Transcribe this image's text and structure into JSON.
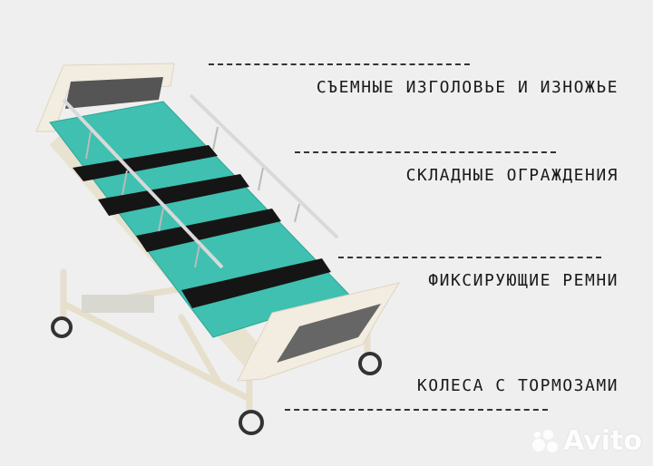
{
  "features": [
    {
      "label": "СЪЕМНЫЕ ИЗГОЛОВЬЕ И ИЗНОЖЬЕ"
    },
    {
      "label": "СКЛАДНЫЕ ОГРАЖДЕНИЯ"
    },
    {
      "label": "ФИКСИРУЮЩИЕ РЕМНИ"
    },
    {
      "label": "КОЛЕСА С ТОРМОЗАМИ"
    }
  ],
  "watermark": "Avito",
  "colors": {
    "mattress": "#3fc0b0",
    "frame": "#ece6d6",
    "strap": "#151515",
    "text": "#1a1a1a"
  }
}
